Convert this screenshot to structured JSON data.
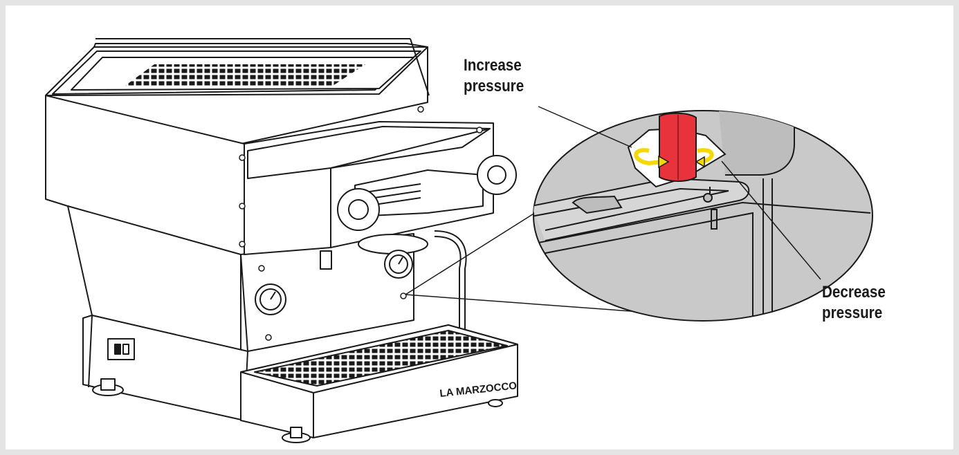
{
  "labels": {
    "increase": [
      "Increase",
      "pressure"
    ],
    "decrease": [
      "Decrease",
      "pressure"
    ]
  },
  "brand": "LA MARZOCCO",
  "colors": {
    "background": "#e4e4e4",
    "panel": "#ffffff",
    "line": "#1a1a1a",
    "magnifier": "#c9c9c9",
    "adjuster": "#e8323c",
    "arrow": "#f5d800"
  },
  "icons": [
    "rotation-arrow-icon",
    "power-switch-icon",
    "pressure-gauge-icon"
  ]
}
